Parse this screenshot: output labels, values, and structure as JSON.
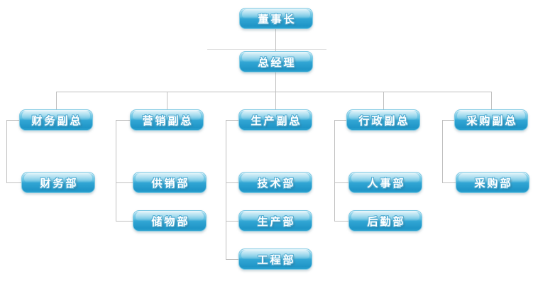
{
  "org": {
    "chairman": "董事长",
    "general_manager": "总经理",
    "branches": [
      {
        "vp": "财务副总",
        "departments": [
          "财务部"
        ]
      },
      {
        "vp": "营销副总",
        "departments": [
          "供销部",
          "储物部"
        ]
      },
      {
        "vp": "生产副总",
        "departments": [
          "技术部",
          "生产部",
          "工程部"
        ]
      },
      {
        "vp": "行政副总",
        "departments": [
          "人事部",
          "后勤部"
        ]
      },
      {
        "vp": "采购副总",
        "departments": [
          "采购部"
        ]
      }
    ]
  },
  "colors": {
    "node_gradient_top": "#c6e9f5",
    "node_gradient_mid": "#32a6d4",
    "node_gradient_bottom": "#1f95c7",
    "node_border": "#7fc9e3",
    "node_text": "#ffffff",
    "node_text_outline": "#55aed3",
    "connector": "#c0c0c0",
    "faint_rule": "#dbdbdb",
    "background": "#ffffff"
  }
}
